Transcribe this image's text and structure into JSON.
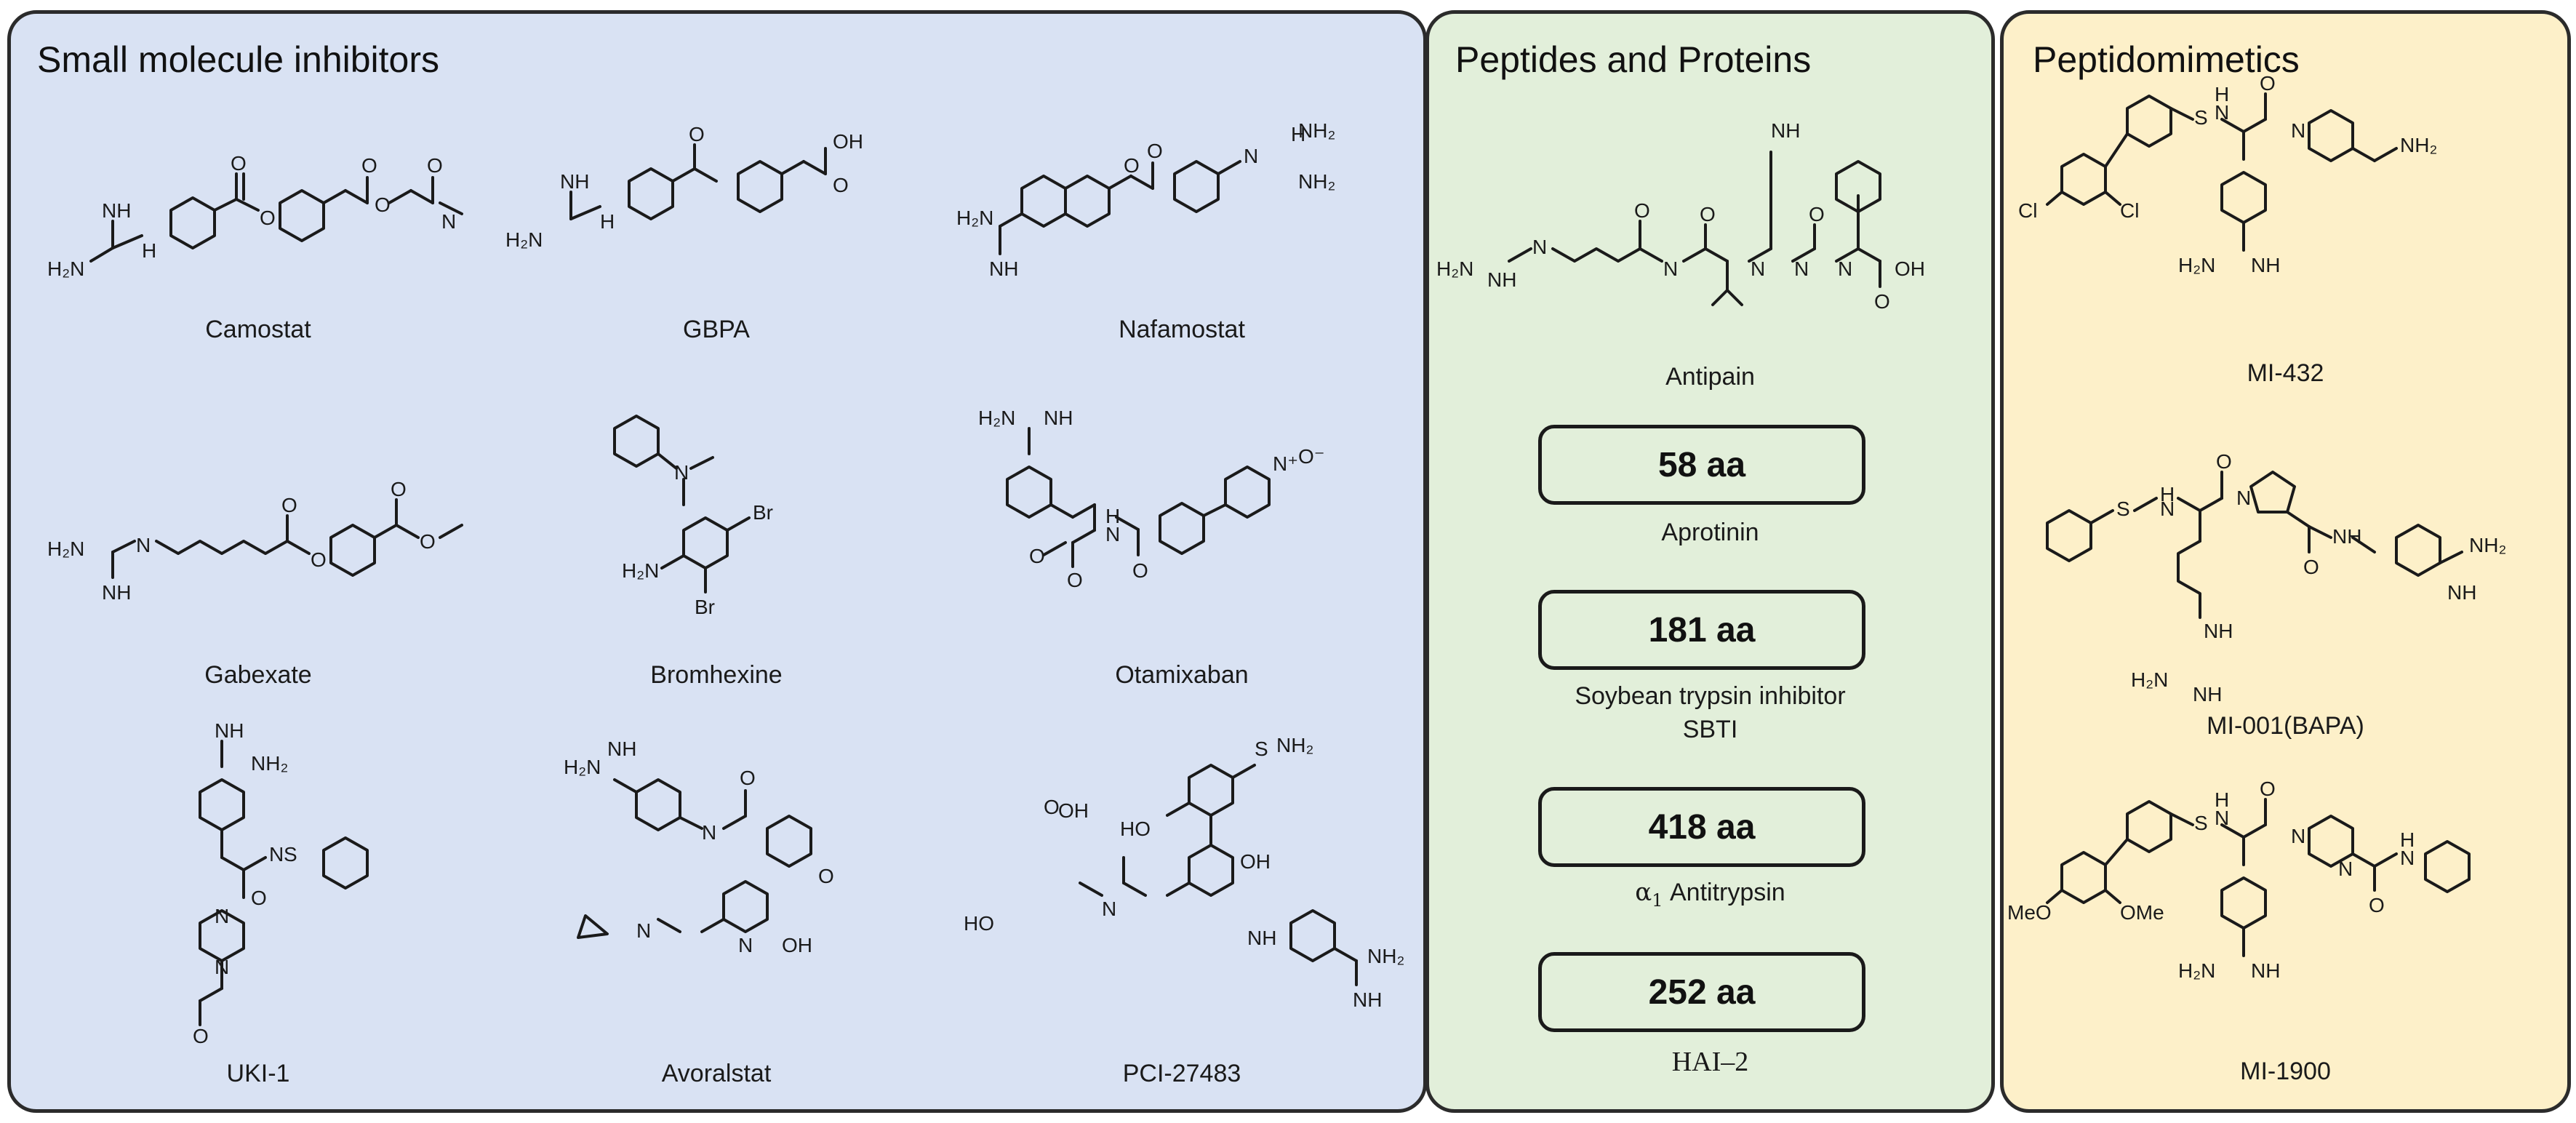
{
  "panels": {
    "small_molecules": {
      "title": "Small molecule inhibitors",
      "compounds": [
        "Camostat",
        "GBPA",
        "Nafamostat",
        "Gabexate",
        "Bromhexine",
        "Otamixaban",
        "UKI-1",
        "Avoralstat",
        "PCI-27483"
      ]
    },
    "peptides": {
      "title": "Peptides and Proteins",
      "antipain": "Antipain",
      "proteins": [
        {
          "length": "58 aa",
          "name": "Aprotinin"
        },
        {
          "length": "181 aa",
          "name_line1": "Soybean trypsin inhibitor",
          "name_line2": "SBTI"
        },
        {
          "length": "418 aa",
          "name_symbol": "α",
          "name_sub": "1",
          "name_rest": " Antitrypsin"
        },
        {
          "length": "252 aa",
          "name": "HAI–2"
        }
      ]
    },
    "peptidomimetics": {
      "title": "Peptidomimetics",
      "compounds": [
        "MI-432",
        "MI-001(BAPA)",
        "MI-1900"
      ]
    }
  },
  "atoms": {
    "nh": "NH",
    "nh2": "NH₂",
    "h2n": "H₂N",
    "h": "H",
    "n": "N",
    "o": "O",
    "oh": "OH",
    "ho": "HO",
    "br": "Br",
    "cl": "Cl",
    "meo": "MeO",
    "ome": "OMe",
    "s": "S",
    "n_oxide": "N⁺",
    "o_minus": "O⁻"
  }
}
